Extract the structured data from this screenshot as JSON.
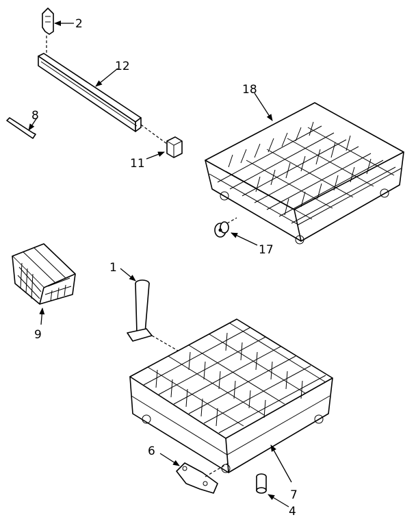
{
  "parts": [
    {
      "id": "part-2",
      "label": "2"
    },
    {
      "id": "part-12",
      "label": "12"
    },
    {
      "id": "part-8",
      "label": "8"
    },
    {
      "id": "part-11",
      "label": "11"
    },
    {
      "id": "part-18",
      "label": "18"
    },
    {
      "id": "part-17",
      "label": "17"
    },
    {
      "id": "part-9",
      "label": "9"
    },
    {
      "id": "part-1",
      "label": "1"
    },
    {
      "id": "part-6",
      "label": "6"
    },
    {
      "id": "part-7",
      "label": "7"
    },
    {
      "id": "part-4",
      "label": "4"
    }
  ]
}
